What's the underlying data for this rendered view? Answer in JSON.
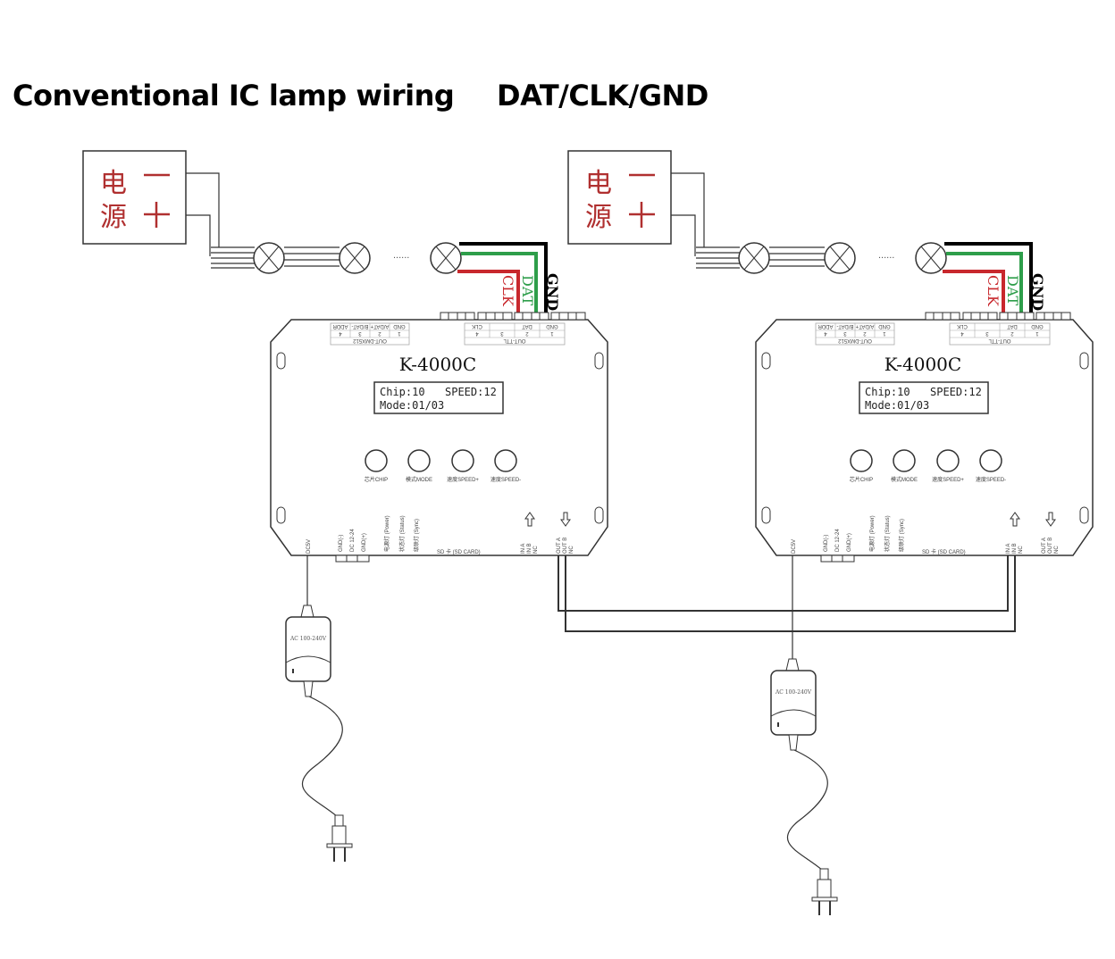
{
  "title": "Conventional IC lamp wiring",
  "subtitle": "DAT/CLK/GND",
  "colors": {
    "clk_wire": "#c8282d",
    "dat_wire": "#2e9e4a",
    "gnd_wire": "#000000",
    "psu_text": "#b03030",
    "line": "#333333"
  },
  "power_box": {
    "char_1": "电",
    "char_2": "源",
    "minus": "—",
    "plus": "+"
  },
  "lamp_ellipsis": "......",
  "wire_labels": {
    "clk": "CLK",
    "dat": "DAT",
    "gnd": "GND"
  },
  "controller": {
    "model": "K-4000C",
    "lcd_line1_chip": "Chip:10",
    "lcd_line1_speed": "SPEED:12",
    "lcd_line2": "Mode:01/03",
    "buttons": [
      {
        "label": "芯片CHIP"
      },
      {
        "label": "模式MODE"
      },
      {
        "label": "速度SPEED+"
      },
      {
        "label": "速度SPEED-"
      }
    ],
    "dmx_table": {
      "title": "OUT-DMX512",
      "pins": [
        "1",
        "2",
        "3",
        "4"
      ],
      "signals": [
        "GND",
        "A/DAT+",
        "B/DAT-",
        "ADDR"
      ]
    },
    "ttl_table": {
      "title": "OUT-TTL",
      "pins": [
        "1",
        "2",
        "3",
        "4"
      ],
      "signals": [
        "GND",
        "DAT",
        "",
        "CLK"
      ]
    },
    "bottom_labels": {
      "dc5v": "DC5V",
      "gnd_minus": "GND(-)",
      "dc_in": "DC 12-24",
      "gnd_plus": "GND(+)",
      "power_led": "电源灯 (Power)",
      "status_led": "状态灯 (Status)",
      "sync_led": "级联灯 (Sync)",
      "sd_card": "SD 卡 (SD CARD)",
      "in_a": "IN A",
      "in_b": "IN B",
      "in_nc": "NC",
      "out_a": "OUT A",
      "out_b": "OUT B",
      "out_nc": "NC"
    }
  },
  "adapter": {
    "label": "AC 100-240V"
  }
}
